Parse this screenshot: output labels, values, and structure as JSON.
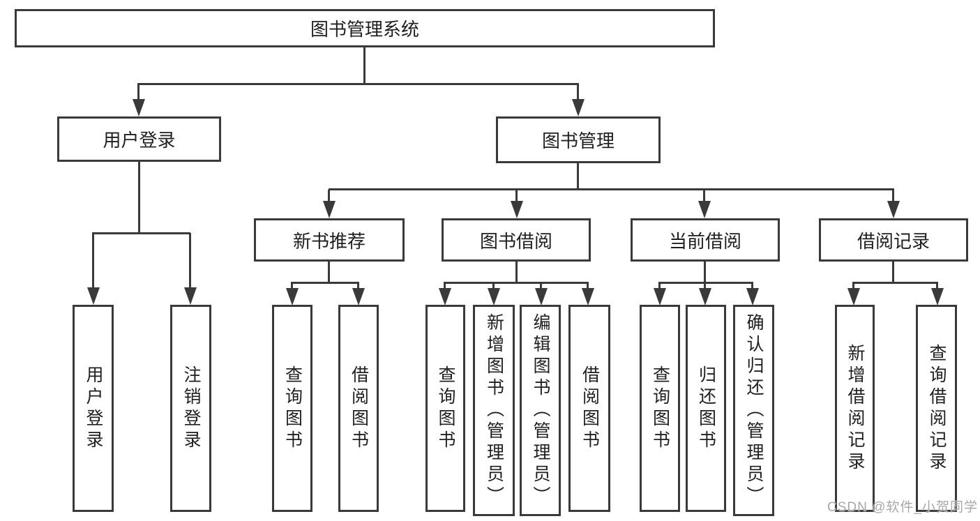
{
  "colors": {
    "line": "#3a3a3a",
    "box_border": "#3a3a3a",
    "text": "#1f1f1f",
    "background": "#ffffff",
    "watermark": "#a8a8a8"
  },
  "root": {
    "label": "图书管理系统"
  },
  "branches": [
    {
      "label": "用户登录",
      "children": [
        {
          "label": "用户登录"
        },
        {
          "label": "注销登录"
        }
      ]
    },
    {
      "label": "图书管理",
      "groups": [
        {
          "label": "新书推荐",
          "children": [
            {
              "label": "查询图书"
            },
            {
              "label": "借阅图书"
            }
          ]
        },
        {
          "label": "图书借阅",
          "children": [
            {
              "label": "查询图书"
            },
            {
              "label": "新增图书（管理员）"
            },
            {
              "label": "编辑图书（管理员）"
            },
            {
              "label": "借阅图书"
            }
          ]
        },
        {
          "label": "当前借阅",
          "children": [
            {
              "label": "查询图书"
            },
            {
              "label": "归还图书"
            },
            {
              "label": "确认归还（管理员）"
            }
          ]
        },
        {
          "label": "借阅记录",
          "children": [
            {
              "label": "新增借阅记录"
            },
            {
              "label": "查询借阅记录"
            }
          ]
        }
      ]
    }
  ],
  "watermark": {
    "text": "CSDN @软件_小贺同学"
  }
}
